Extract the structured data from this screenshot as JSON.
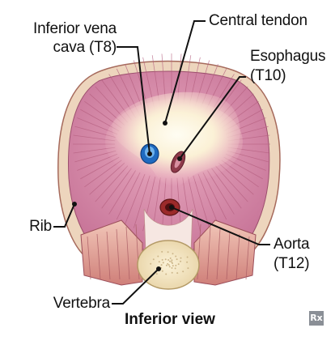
{
  "labels": {
    "ivc_line1": "Inferior vena",
    "ivc_line2": "cava (T8)",
    "central_tendon": "Central tendon",
    "esophagus_line1": "Esophagus",
    "esophagus_line2": "(T10)",
    "rib": "Rib",
    "aorta_line1": "Aorta",
    "aorta_line2": "(T12)",
    "vertebra": "Vertebra"
  },
  "view_title": "Inferior view",
  "logo_text": "Rx",
  "colors": {
    "muscle": "#d98fa8",
    "muscle_fiber": "#b45e7e",
    "tendon": "#fdf6dc",
    "rib": "#f0dcc4",
    "ivc": "#2a7fd0",
    "aorta": "#9b2a2a",
    "vertebra": "#f5e9c8",
    "crus": "#e8a9a0"
  }
}
